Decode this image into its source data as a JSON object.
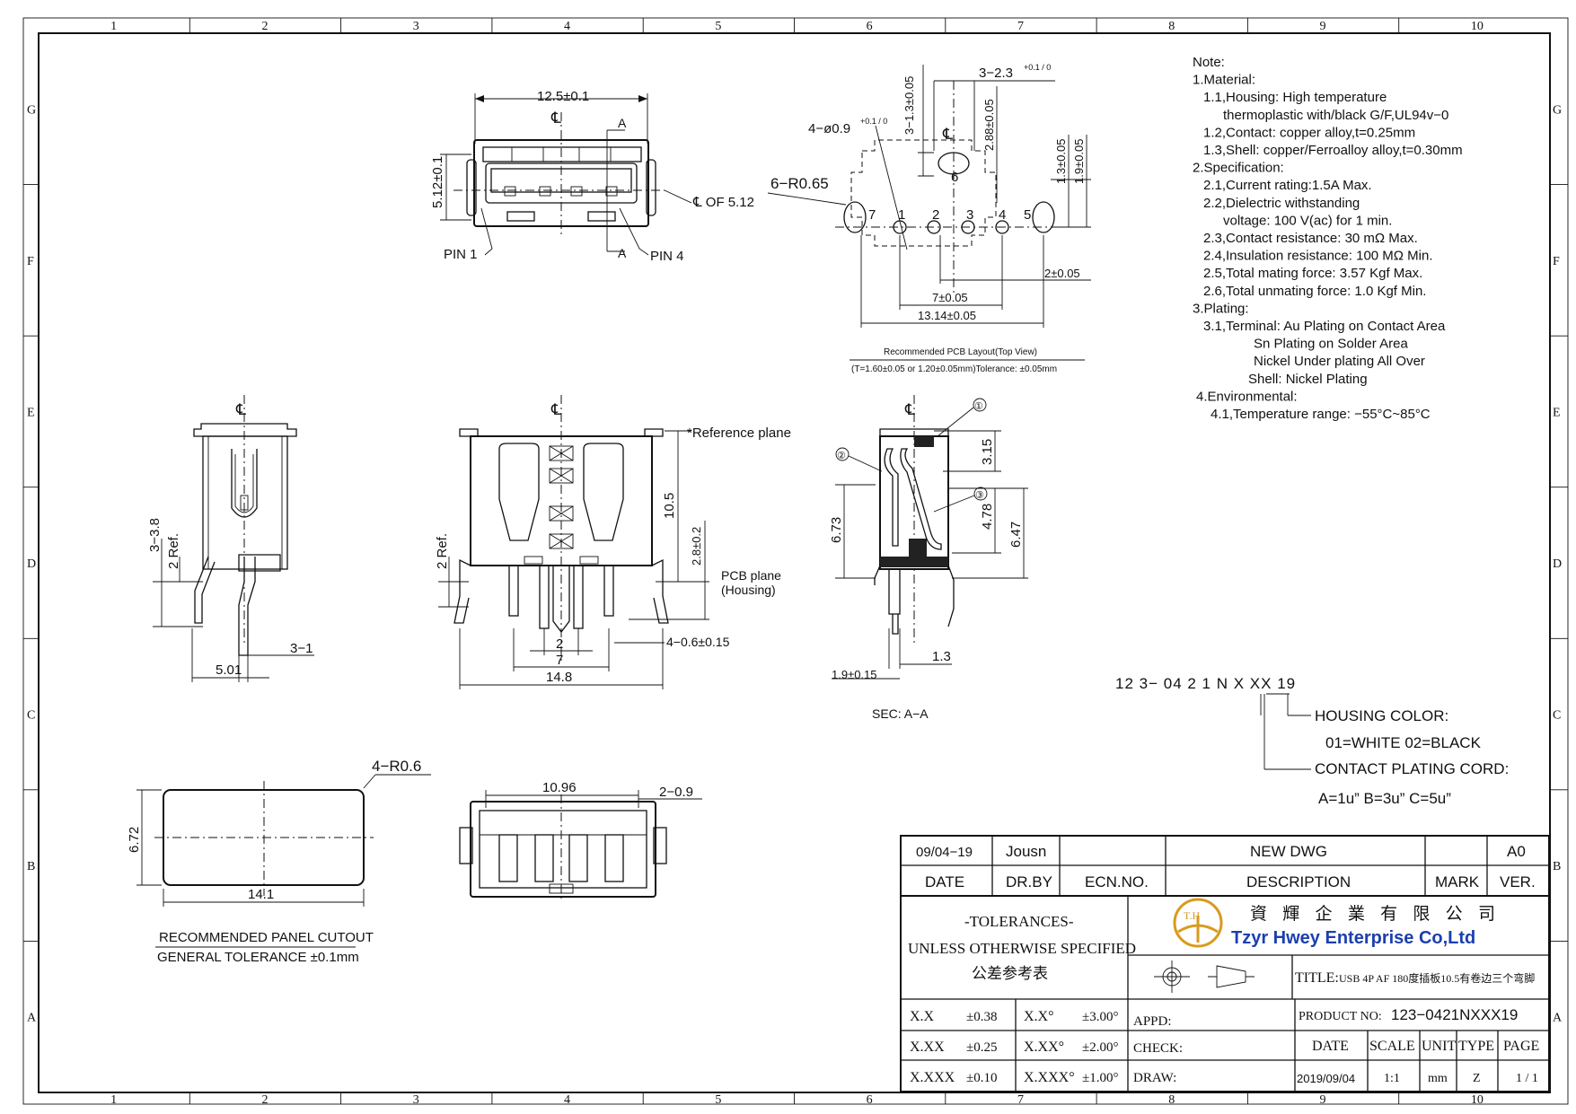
{
  "border": {
    "columns": [
      "1",
      "2",
      "3",
      "4",
      "5",
      "6",
      "7",
      "8",
      "9",
      "10"
    ],
    "rows": [
      "G",
      "F",
      "E",
      "D",
      "C",
      "B",
      "A"
    ]
  },
  "top_view": {
    "width_dim": "12.5±0.1",
    "height_dim": "5.12±0.1",
    "centerline_note": "℄ OF 5.12",
    "pin1_label": "PIN 1",
    "pin4_label": "PIN 4",
    "section_mark": "A",
    "center_symbol": "℄"
  },
  "pcb_layout": {
    "slot_dim_a": "3−2.3",
    "slot_dim_a_tol": "+0.1 / 0",
    "slot_dim_b": "3−1.3±0.05",
    "hole_dim": "4−ø0.9",
    "hole_dim_tol": "+0.1 / 0",
    "radius_dim": "6−R0.65",
    "dim_2_88": "2.88±0.05",
    "dim_1_3": "1.3±0.05",
    "dim_1_9": "1.9±0.05",
    "dim_2": "2±0.05",
    "dim_7": "7±0.05",
    "dim_13_14": "13.14±0.05",
    "pad_numbers": [
      "7",
      "1",
      "2",
      "3",
      "4",
      "5",
      "6"
    ],
    "title": "Recommended PCB Layout(Top View)",
    "subtitle": "(T=1.60±0.05 or 1.20±0.05mm)Tolerance: ±0.05mm"
  },
  "notes": {
    "lines": [
      "Note:",
      "1.Material:",
      "1.1,Housing: High temperature",
      "thermoplastic with/black G/F,UL94v−0",
      "1.2,Contact: copper alloy,t=0.25mm",
      "1.3,Shell: copper/Ferroalloy alloy,t=0.30mm",
      "2.Specification:",
      "2.1,Current rating:1.5A Max.",
      "2.2,Dielectric withstanding",
      "voltage: 100 V(ac) for 1 min.",
      "2.3,Contact resistance: 30 mΩ Max.",
      "2.4,Insulation resistance: 100 MΩ Min.",
      "2.5,Total mating force: 3.57 Kgf Max.",
      "2.6,Total unmating force: 1.0 Kgf Min.",
      "3.Plating:",
      "3.1,Terminal: Au Plating on Contact Area",
      "Sn Plating on Solder Area",
      "Nickel Under plating All Over",
      "Shell: Nickel Plating",
      "4.Environmental:",
      "4.1,Temperature range: −55°C~85°C"
    ]
  },
  "side_view": {
    "dim_3_8": "3−3.8",
    "dim_2_ref": "2 Ref.",
    "dim_3_1": "3−1",
    "dim_5_01": "5.01",
    "center_symbol": "℄"
  },
  "front_view": {
    "reference_plane": "*Reference plane",
    "pcb_plane": "PCB plane",
    "pcb_plane_sub": "(Housing)",
    "dim_10_5": "10.5",
    "dim_2_8": "2.8±0.2",
    "dim_2_ref": "2 Ref.",
    "dim_2": "2",
    "dim_7": "7",
    "dim_14_8": "14.8",
    "dim_pin": "4−0.6±0.15",
    "center_symbol": "℄"
  },
  "section_view": {
    "callouts": [
      "①",
      "②",
      "③"
    ],
    "dim_3_15": "3.15",
    "dim_4_78": "4.78",
    "dim_6_47": "6.47",
    "dim_6_73": "6.73",
    "dim_1_3": "1.3",
    "dim_1_9": "1.9±0.15",
    "label": "SEC: A−A",
    "center_symbol": "℄"
  },
  "part_code": {
    "code": "12 3− 04 2 1 N X XX 19",
    "housing_color": "HOUSING COLOR:",
    "housing_options": "01=WHITE 02=BLACK",
    "plating": "CONTACT PLATING CORD:",
    "plating_options": "A=1u”   B=3u”   C=5u”"
  },
  "panel_cutout": {
    "radius": "4−R0.6",
    "height": "6.72",
    "width": "14.1",
    "title": "RECOMMENDED PANEL CUTOUT",
    "tolerance": "GENERAL TOLERANCE ±0.1mm"
  },
  "bottom_view": {
    "dim_10_96": "10.96",
    "dim_2_0_9": "2−0.9"
  },
  "title_block": {
    "rev_date": "09/04−19",
    "rev_drby": "Jousn",
    "rev_desc": "NEW DWG",
    "rev_ver": "A0",
    "h_date": "DATE",
    "h_drby": "DR.BY",
    "h_ecn": "ECN.NO.",
    "h_desc": "DESCRIPTION",
    "h_mark": "MARK",
    "h_ver": "VER.",
    "tol_title": "-TOLERANCES-",
    "tol_sub": "UNLESS OTHERWISE SPECIFIED",
    "tol_cn": "公差参考表",
    "company_cn": "資 輝 企 業 有 限 公 司",
    "company_en": "Tzyr Hwey Enterprise Co,Ltd",
    "logo_text": "T.H",
    "title_label": "TITLE:",
    "title_value": "USB 4P AF 180度插板10.5有卷边三个弯脚",
    "tol_rows": [
      {
        "a": "X.X",
        "b": "±0.38",
        "c": "X.X°",
        "d": "±3.00°"
      },
      {
        "a": "X.XX",
        "b": "±0.25",
        "c": "X.XX°",
        "d": "±2.00°"
      },
      {
        "a": "X.XXX",
        "b": "±0.10",
        "c": "X.XXX°",
        "d": "±1.00°"
      }
    ],
    "appd": "APPD:",
    "check": "CHECK:",
    "draw": "DRAW:",
    "product_no_label": "PRODUCT NO:",
    "product_no": "123−0421NXXX19",
    "h_date2": "DATE",
    "h_scale": "SCALE",
    "h_unit": "UNIT",
    "h_type": "TYPE",
    "h_page": "PAGE",
    "date": "2019/09/04",
    "scale": "1:1",
    "unit": "mm",
    "type": "Z",
    "page": "1 / 1"
  },
  "colors": {
    "logo_gold": "#d99a1e",
    "logo_red": "#d01c1c",
    "logo_blue": "#1b3fae"
  }
}
